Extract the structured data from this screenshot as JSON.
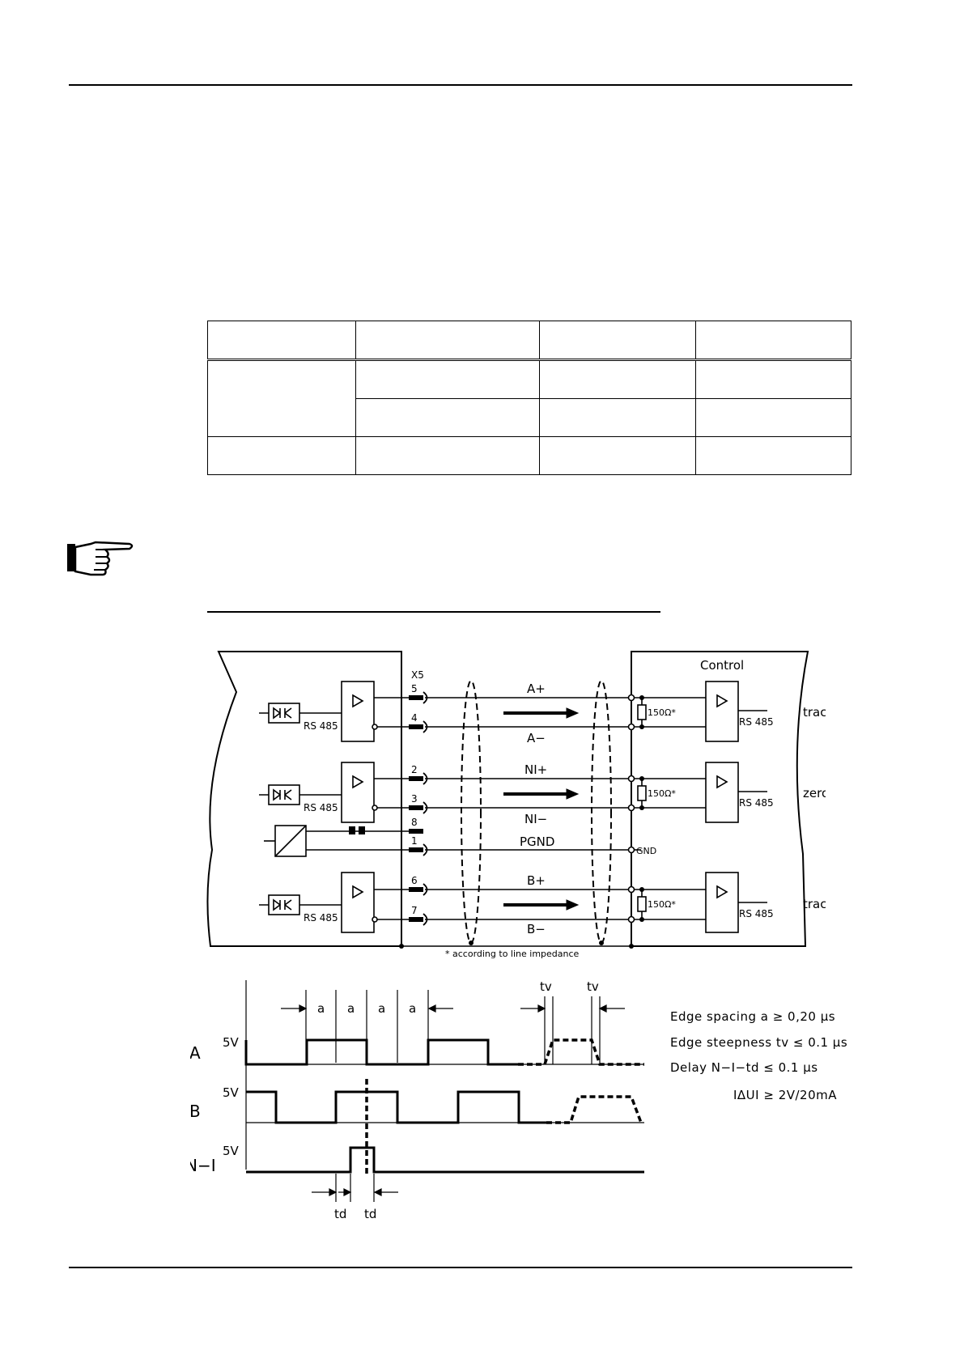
{
  "diagram": {
    "connector": "X5",
    "control_label": "Control",
    "driver_label": "RS 485",
    "resistor_label": "150Ω*",
    "gnd_label": "GND",
    "footnote": "* according to line impedance",
    "pins": [
      "5",
      "4",
      "2",
      "3",
      "8",
      "1",
      "6",
      "7"
    ],
    "signals": {
      "a_plus": "A+",
      "a_minus": "A−",
      "ni_plus": "NI+",
      "ni_minus": "NI−",
      "pgnd": "PGND",
      "b_plus": "B+",
      "b_minus": "B−"
    },
    "tracks": [
      "track  A",
      "zero  I",
      "track  B"
    ]
  },
  "timing": {
    "signals": [
      "A",
      "B",
      "N−I"
    ],
    "level": "5V",
    "spacing_label": "a",
    "steepness_label": "tv",
    "delay_label": "td"
  },
  "params": [
    "Edge spacing a ≥ 0,20 µs",
    "Edge steepness tv ≤ 0.1 µs",
    "Delay N−I−td ≤ 0.1 µs",
    "IΔUI ≥ 2V/20mA"
  ]
}
